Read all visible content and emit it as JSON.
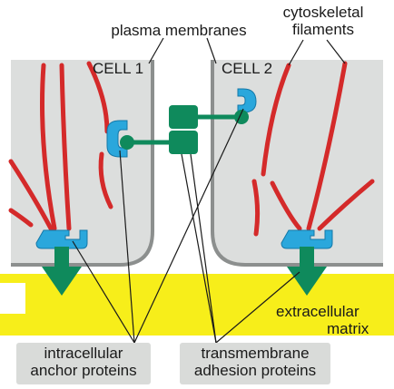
{
  "labels": {
    "plasma_membranes": "plasma membranes",
    "cytoskeletal_line1": "cytoskeletal",
    "cytoskeletal_line2": "filaments",
    "cell1": "CELL 1",
    "cell2": "CELL 2",
    "extracellular_line1": "extracellular",
    "extracellular_line2": "matrix",
    "intracellular_line1": "intracellular",
    "intracellular_line2": "anchor proteins",
    "transmembrane_line1": "transmembrane",
    "transmembrane_line2": "adhesion proteins"
  },
  "colors": {
    "cell_fill": "#dcdedd",
    "membrane": "#8c8f8e",
    "filament": "#d42a2a",
    "anchor_protein": "#2aa7dc",
    "adhesion_protein": "#0f8a5c",
    "matrix": "#f7ee1a",
    "label_box": "#d9dbd9",
    "leader_line": "#1a1a1a"
  }
}
